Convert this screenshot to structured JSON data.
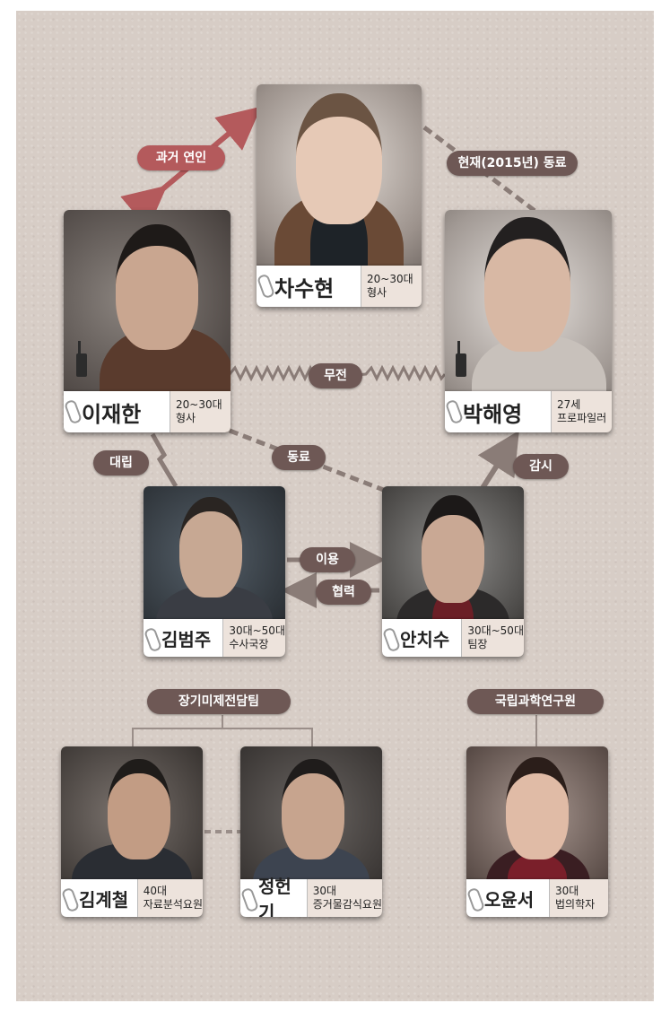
{
  "people": {
    "cha": {
      "name": "차수현",
      "age": "20~30대",
      "role": "형사"
    },
    "lee": {
      "name": "이재한",
      "age": "20~30대",
      "role": "형사"
    },
    "park": {
      "name": "박해영",
      "age": "27세",
      "role": "프로파일러"
    },
    "kim_bj": {
      "name": "김범주",
      "age": "30대~50대",
      "role": "수사국장"
    },
    "ahn": {
      "name": "안치수",
      "age": "30대~50대",
      "role": "팀장"
    },
    "kim_gc": {
      "name": "김계철",
      "age": "40대",
      "role": "자료분석요원"
    },
    "jung": {
      "name": "정헌기",
      "age": "30대",
      "role": "증거물감식요원"
    },
    "oh": {
      "name": "오윤서",
      "age": "30대",
      "role": "법의학자"
    }
  },
  "relations": {
    "past_lover": "과거 연인",
    "colleague_2015": "현재(2015년) 동료",
    "radio": "무전",
    "colleague": "동료",
    "conflict": "대립",
    "watch": "감시",
    "use": "이용",
    "cooperate": "협력"
  },
  "groups": {
    "team": "장기미제전담팀",
    "nfs": "국립과학연구원"
  },
  "colors": {
    "background": "#d7cdc6",
    "pill": "#6e5855",
    "pill_accent": "#b45a5c",
    "link": "#8a7c77"
  }
}
